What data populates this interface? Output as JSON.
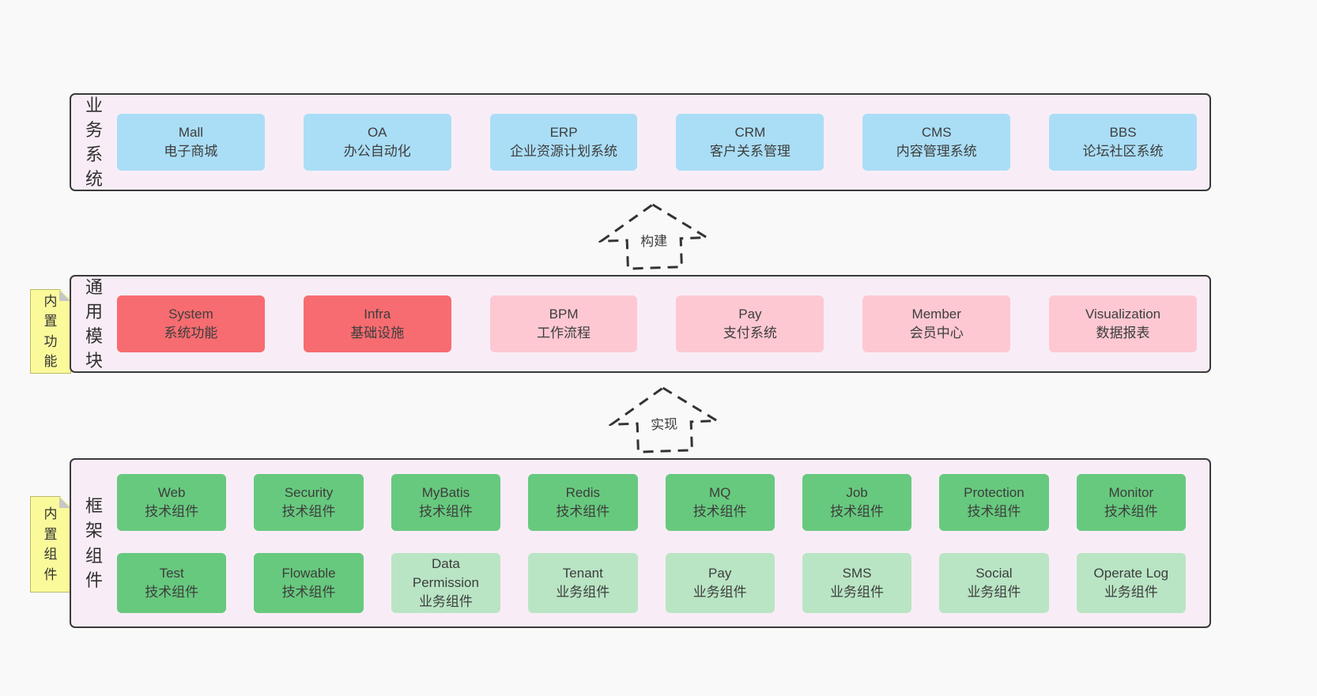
{
  "colors": {
    "page_bg": "#f9f9f9",
    "panel_bg": "#f8edf6",
    "panel_border": "#3a3a3a",
    "blue": "#aadef6",
    "red": "#f76c70",
    "pink": "#fdc8d2",
    "green": "#67c97e",
    "light_green": "#b9e5c4",
    "note_yellow": "#fafa9b",
    "text": "#3d3d3d"
  },
  "sections": {
    "business": {
      "label": "业务系统",
      "boxes": [
        {
          "title": "Mall",
          "subtitle": "电子商城"
        },
        {
          "title": "OA",
          "subtitle": "办公自动化"
        },
        {
          "title": "ERP",
          "subtitle": "企业资源计划系统"
        },
        {
          "title": "CRM",
          "subtitle": "客户关系管理"
        },
        {
          "title": "CMS",
          "subtitle": "内容管理系统"
        },
        {
          "title": "BBS",
          "subtitle": "论坛社区系统"
        }
      ]
    },
    "modules": {
      "label": "通用模块",
      "note": "内置功能",
      "boxes": [
        {
          "title": "System",
          "subtitle": "系统功能",
          "variant": "red"
        },
        {
          "title": "Infra",
          "subtitle": "基础设施",
          "variant": "red"
        },
        {
          "title": "BPM",
          "subtitle": "工作流程",
          "variant": "pink"
        },
        {
          "title": "Pay",
          "subtitle": "支付系统",
          "variant": "pink"
        },
        {
          "title": "Member",
          "subtitle": "会员中心",
          "variant": "pink"
        },
        {
          "title": "Visualization",
          "subtitle": "数据报表",
          "variant": "pink"
        }
      ]
    },
    "components": {
      "label": "框架组件",
      "note": "内置组件",
      "row1": [
        {
          "title": "Web",
          "subtitle": "技术组件"
        },
        {
          "title": "Security",
          "subtitle": "技术组件"
        },
        {
          "title": "MyBatis",
          "subtitle": "技术组件"
        },
        {
          "title": "Redis",
          "subtitle": "技术组件"
        },
        {
          "title": "MQ",
          "subtitle": "技术组件"
        },
        {
          "title": "Job",
          "subtitle": "技术组件"
        },
        {
          "title": "Protection",
          "subtitle": "技术组件"
        },
        {
          "title": "Monitor",
          "subtitle": "技术组件"
        }
      ],
      "row2": [
        {
          "title": "Test",
          "subtitle": "技术组件",
          "variant": "green"
        },
        {
          "title": "Flowable",
          "subtitle": "技术组件",
          "variant": "green"
        },
        {
          "title": "Data Permission",
          "subtitle": "业务组件",
          "variant": "lightgreen"
        },
        {
          "title": "Tenant",
          "subtitle": "业务组件",
          "variant": "lightgreen"
        },
        {
          "title": "Pay",
          "subtitle": "业务组件",
          "variant": "lightgreen"
        },
        {
          "title": "SMS",
          "subtitle": "业务组件",
          "variant": "lightgreen"
        },
        {
          "title": "Social",
          "subtitle": "业务组件",
          "variant": "lightgreen"
        },
        {
          "title": "Operate Log",
          "subtitle": "业务组件",
          "variant": "lightgreen"
        }
      ]
    }
  },
  "arrows": {
    "build": "构建",
    "implement": "实现"
  }
}
